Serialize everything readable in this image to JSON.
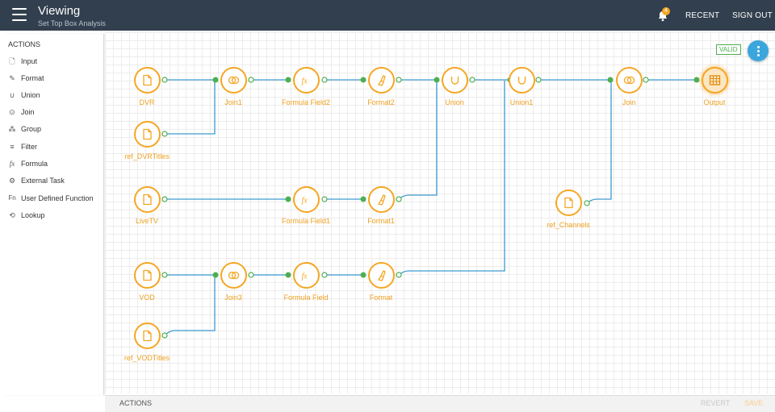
{
  "header": {
    "title": "Viewing",
    "subtitle": "Set Top Box Analysis",
    "notification_count": "4",
    "recent_label": "RECENT",
    "signout_label": "SIGN OUT"
  },
  "sidebar": {
    "heading": "ACTIONS",
    "items": [
      {
        "label": "Input",
        "icon": "file-icon"
      },
      {
        "label": "Format",
        "icon": "brush-icon"
      },
      {
        "label": "Union",
        "icon": "union-icon"
      },
      {
        "label": "Join",
        "icon": "join-icon"
      },
      {
        "label": "Group",
        "icon": "group-icon"
      },
      {
        "label": "Filter",
        "icon": "filter-icon"
      },
      {
        "label": "Formula",
        "icon": "fx-icon"
      },
      {
        "label": "External Task",
        "icon": "external-task-icon"
      },
      {
        "label": "User Defined Function",
        "icon": "fn-icon"
      },
      {
        "label": "Lookup",
        "icon": "lookup-icon"
      }
    ]
  },
  "canvas": {
    "status": "VALID",
    "accent_color": "#f5a623",
    "edge_color": "#3d9ad1",
    "port_color": "#4caf50",
    "nodes": [
      {
        "id": "dvr",
        "label": "DVR",
        "type": "input"
      },
      {
        "id": "join1",
        "label": "Join1",
        "type": "join"
      },
      {
        "id": "ff2",
        "label": "Formula Field2",
        "type": "formula"
      },
      {
        "id": "fmt2",
        "label": "Format2",
        "type": "format"
      },
      {
        "id": "union",
        "label": "Union",
        "type": "union"
      },
      {
        "id": "union1",
        "label": "Union1",
        "type": "union"
      },
      {
        "id": "join",
        "label": "Join",
        "type": "join"
      },
      {
        "id": "output",
        "label": "Output",
        "type": "output"
      },
      {
        "id": "refdvr",
        "label": "ref_DVRTitles",
        "type": "input"
      },
      {
        "id": "livetv",
        "label": "LiveTV",
        "type": "input"
      },
      {
        "id": "ff1",
        "label": "Formula Field1",
        "type": "formula"
      },
      {
        "id": "fmt1",
        "label": "Format1",
        "type": "format"
      },
      {
        "id": "refch",
        "label": "ref_Channels",
        "type": "input"
      },
      {
        "id": "vod",
        "label": "VOD",
        "type": "input"
      },
      {
        "id": "join3",
        "label": "Join3",
        "type": "join"
      },
      {
        "id": "ff",
        "label": "Formula Field",
        "type": "formula"
      },
      {
        "id": "fmt",
        "label": "Format",
        "type": "format"
      },
      {
        "id": "refvod",
        "label": "ref_VODTitles",
        "type": "input"
      }
    ]
  },
  "footer": {
    "actions_label": "ACTIONS",
    "revert_label": "REVERT",
    "save_label": "SAVE"
  }
}
